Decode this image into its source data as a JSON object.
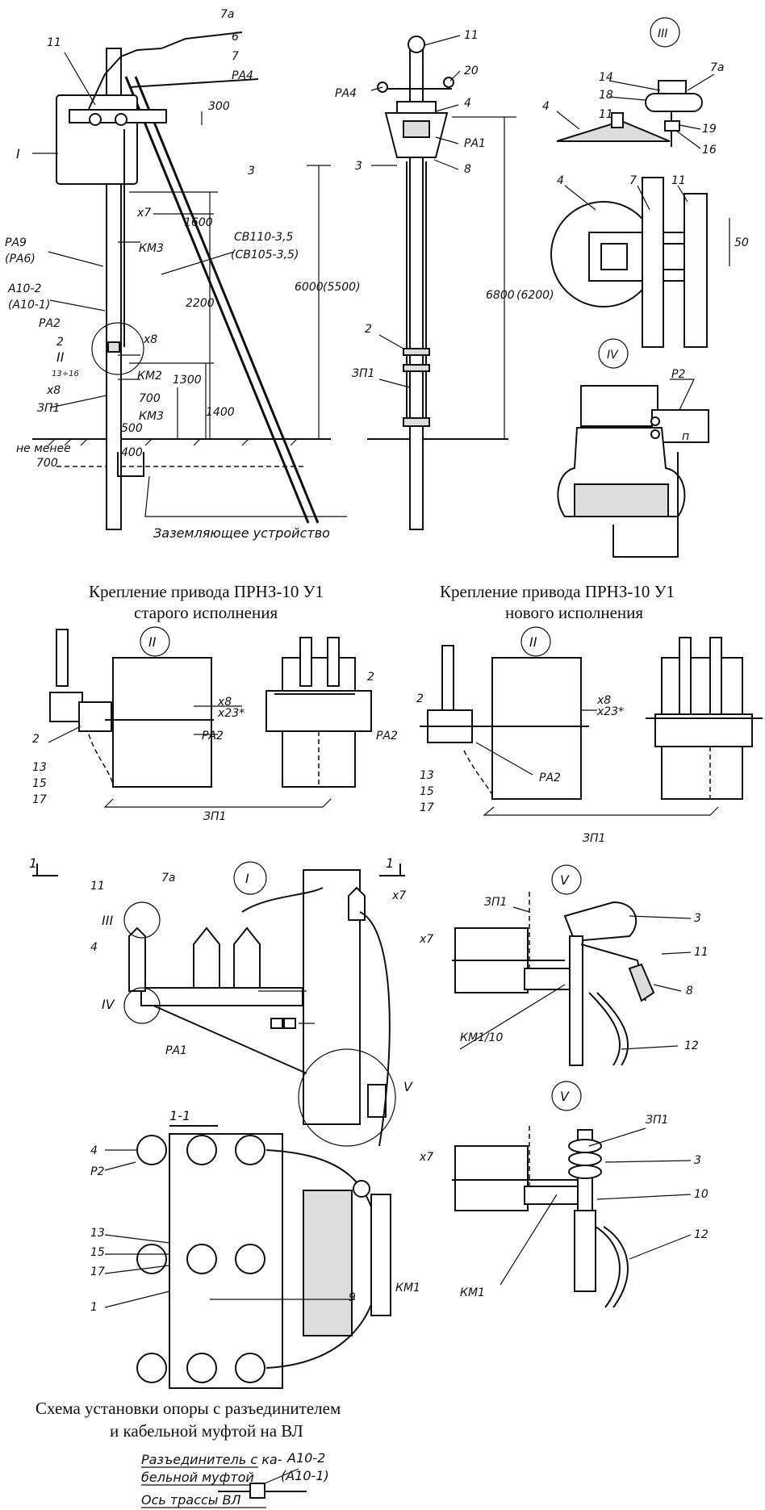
{
  "captions": {
    "old_title_1": "Крепление привода ПРНЗ-10 У1",
    "old_title_2": "старого исполнения",
    "new_title_1": "Крепление привода ПРНЗ-10 У1",
    "new_title_2": "нового исполнения",
    "scheme_title_1": "Схема установки опоры с разъединителем",
    "scheme_title_2": "и кабельной муфтой на ВЛ"
  },
  "side_view": {
    "lbl_7a": "7а",
    "lbl_11": "11",
    "lbl_6": "6",
    "lbl_7": "7",
    "lbl_ra4": "РА4",
    "lbl_I": "I",
    "lbl_3": "3",
    "lbl_300": "300",
    "lbl_x7": "х7",
    "lbl_1600": "1600",
    "lbl_km3a": "КМ3",
    "lbl_ra9": "РА9",
    "lbl_ra6": "(РА6)",
    "lbl_sv1": "СВ110-3,5",
    "lbl_sv2": "(СВ105-3,5)",
    "lbl_a102": "А10-2",
    "lbl_a101": "(А10-1)",
    "lbl_2200": "2200",
    "lbl_6000": "6000",
    "lbl_5500": "(5500)",
    "lbl_ra2": "РА2",
    "lbl_2": "2",
    "lbl_x8a": "х8",
    "lbl_II": "II",
    "lbl_13": "13÷16",
    "lbl_km2": "КМ2",
    "lbl_x8b": "х8",
    "lbl_1300": "1300",
    "lbl_1400": "1400",
    "lbl_700": "700",
    "lbl_zp1": "ЗП1",
    "lbl_km3b": "КМ3",
    "lbl_500": "500",
    "lbl_400": "400",
    "lbl_nemenee": "не менее",
    "lbl_700b": "700",
    "lbl_ground": "Заземляющее устройство"
  },
  "front_view": {
    "lbl_11": "11",
    "lbl_20": "20",
    "lbl_ra4": "РА4",
    "lbl_4": "4",
    "lbl_ra1": "РА1",
    "lbl_3": "3",
    "lbl_8": "8",
    "lbl_6800": "6800",
    "lbl_6200": "(6200)",
    "lbl_2": "2",
    "lbl_zp1": "ЗП1"
  },
  "detail_III": {
    "lbl_III": "III",
    "lbl_14": "14",
    "lbl_18": "18",
    "lbl_11": "11",
    "lbl_7a": "7а",
    "lbl_4": "4",
    "lbl_19": "19",
    "lbl_16": "16",
    "lbl_4b": "4",
    "lbl_7": "7",
    "lbl_11b": "11",
    "lbl_50": "50"
  },
  "detail_IV": {
    "lbl_IV": "IV",
    "lbl_p2": "Р2",
    "lbl_p": "п"
  },
  "old_mount": {
    "lbl_II": "II",
    "lbl_x8": "х8",
    "lbl_x23": "х23*",
    "lbl_2": "2",
    "lbl_2b": "2",
    "lbl_ra2": "РА2",
    "lbl_ra2b": "РА2",
    "lbl_13": "13",
    "lbl_15": "15",
    "lbl_17": "17",
    "lbl_zp1": "ЗП1"
  },
  "new_mount": {
    "lbl_II": "II",
    "lbl_x8": "х8",
    "lbl_x23": "х23*",
    "lbl_2": "2",
    "lbl_ra2": "РА2",
    "lbl_13": "13",
    "lbl_15": "15",
    "lbl_17": "17",
    "lbl_zp1": "ЗП1"
  },
  "plan_view": {
    "lbl_1a": "1",
    "lbl_1b": "1",
    "lbl_7a": "7а",
    "lbl_11": "11",
    "lbl_III": "III",
    "lbl_4": "4",
    "lbl_IV": "IV",
    "lbl_I": "I",
    "lbl_x7": "х7",
    "lbl_ra1": "РА1",
    "lbl_V": "V",
    "lbl_11sec": "1-1",
    "lbl_4b": "4",
    "lbl_p2": "Р2",
    "lbl_13": "13",
    "lbl_15": "15",
    "lbl_17": "17",
    "lbl_1": "1",
    "lbl_9": "9",
    "lbl_km1": "КМ1"
  },
  "detail_V_top": {
    "lbl_V": "V",
    "lbl_zp1": "ЗП1",
    "lbl_3": "3",
    "lbl_x7": "х7",
    "lbl_11": "11",
    "lbl_8": "8",
    "lbl_km110": "КМ1/10",
    "lbl_12": "12"
  },
  "detail_V_bottom": {
    "lbl_V": "V",
    "lbl_zp1": "ЗП1",
    "lbl_x7": "х7",
    "lbl_3": "3",
    "lbl_10": "10",
    "lbl_12": "12",
    "lbl_km1": "КМ1"
  },
  "legend": {
    "text_1": "Разъединитель с ка-",
    "text_2": "бельной муфтой",
    "code_1": "А10-2",
    "code_2": "(А10-1)",
    "axis": "Ось трассы ВЛ"
  }
}
